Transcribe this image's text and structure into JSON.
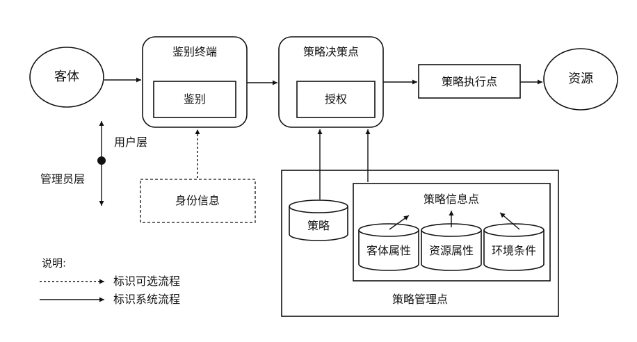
{
  "nodes": {
    "subject": "客体",
    "auth_terminal": "鉴别终端",
    "authentication": "鉴别",
    "pdp": "策略决策点",
    "authorization": "授权",
    "pep": "策略执行点",
    "resource": "资源",
    "identity_info": "身份信息",
    "policy_db": "策略",
    "pip": "策略信息点",
    "subject_attr": "客体属性",
    "resource_attr": "资源属性",
    "env_cond": "环境条件",
    "pap": "策略管理点"
  },
  "layers": {
    "user_layer": "用户层",
    "admin_layer": "管理员层"
  },
  "legend": {
    "title": "说明:",
    "optional_flow": "标识可选流程",
    "system_flow": "标识系统流程"
  }
}
